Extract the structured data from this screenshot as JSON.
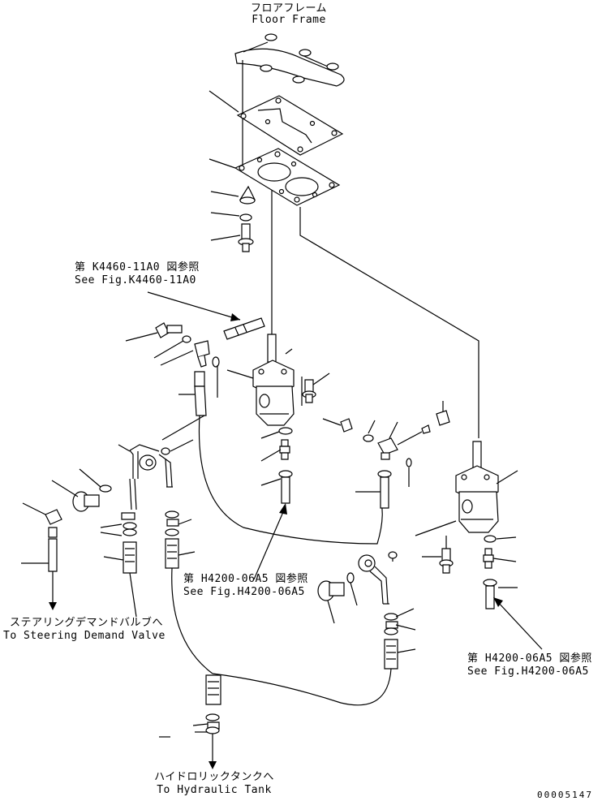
{
  "labels": {
    "floor_frame_jp": "フロアフレーム",
    "floor_frame_en": "Floor Frame",
    "ref_k4460_jp": "第 K4460-11A0 図参照",
    "ref_k4460_en": "See Fig.K4460-11A0",
    "ref_h4200_center_jp": "第 H4200-06A5 図参照",
    "ref_h4200_center_en": "See Fig.H4200-06A5",
    "ref_h4200_right_jp": "第 H4200-06A5 図参照",
    "ref_h4200_right_en": "See Fig.H4200-06A5",
    "steering_jp": "ステアリングデマンドバルブへ",
    "steering_en": "To Steering Demand Valve",
    "tank_jp": "ハイドロリックタンクへ",
    "tank_en": "To Hydraulic Tank",
    "drawing_no": "00005147"
  }
}
